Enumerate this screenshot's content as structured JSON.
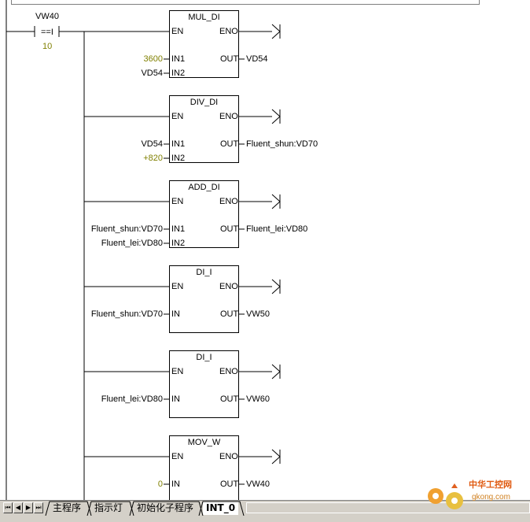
{
  "contact": {
    "name": "VW40",
    "op": "==I",
    "value": "10"
  },
  "rungs": [
    {
      "box": "MUL_DI",
      "in1": "3600",
      "in2": "VD54",
      "out": "VD54",
      "single": false
    },
    {
      "box": "DIV_DI",
      "in1": "VD54",
      "in2": "+820",
      "out": "Fluent_shun:VD70",
      "single": false
    },
    {
      "box": "ADD_DI",
      "in1": "Fluent_shun:VD70",
      "in2": "Fluent_lei:VD80",
      "out": "Fluent_lei:VD80",
      "single": false
    },
    {
      "box": "DI_I",
      "in": "Fluent_shun:VD70",
      "out": "VW50",
      "single": true
    },
    {
      "box": "DI_I",
      "in": "Fluent_lei:VD80",
      "out": "VW60",
      "single": true
    },
    {
      "box": "MOV_W",
      "in": "0",
      "out": "VW40",
      "single": true
    }
  ],
  "pins": {
    "en": "EN",
    "eno": "ENO",
    "in1": "IN1",
    "in2": "IN2",
    "in": "IN",
    "out": "OUT"
  },
  "tabs": [
    "主程序",
    "指示灯",
    "初始化子程序",
    "INT_0"
  ],
  "nav": {
    "first": "⏮",
    "prev": "◀",
    "next": "▶",
    "last": "⏭"
  },
  "watermark": {
    "brand": "中华工控网",
    "site": "gkong.com"
  },
  "colors": {
    "constant": "#808000",
    "line": "#000000"
  }
}
